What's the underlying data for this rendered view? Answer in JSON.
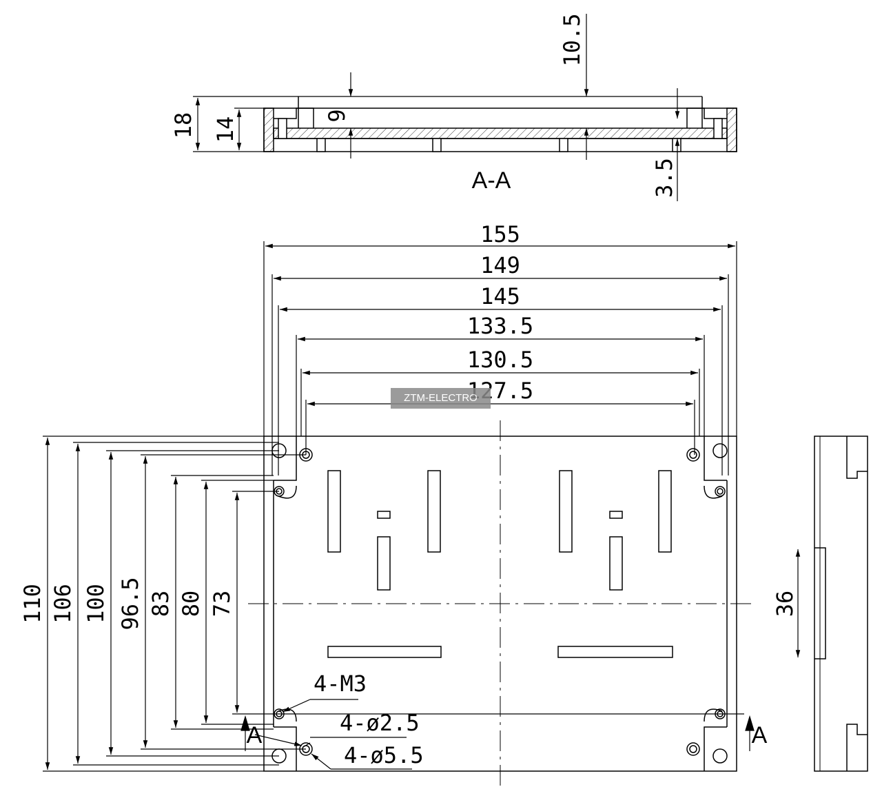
{
  "section_label": "A-A",
  "section_mark": "A",
  "watermark": "ZTM-ELECTRO",
  "section_dims": {
    "total_height": "18",
    "inner_height": "14",
    "depth": "9",
    "wall": "10.5",
    "base": "3.5"
  },
  "width_dims": [
    "155",
    "149",
    "145",
    "133.5",
    "130.5",
    "127.5"
  ],
  "height_dims": [
    "110",
    "106",
    "100",
    "96.5",
    "83",
    "80",
    "73"
  ],
  "side_dim": "36",
  "holes": {
    "thread": "4-M3",
    "small": "4-ø2.5",
    "large": "4-ø5.5"
  }
}
